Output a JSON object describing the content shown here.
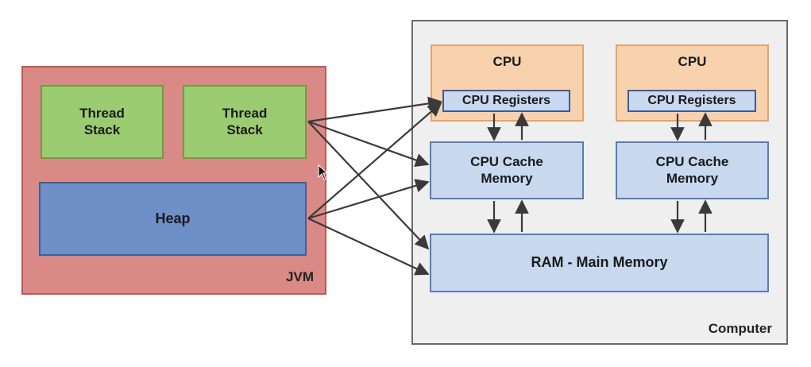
{
  "jvm": {
    "label": "JVM",
    "thread_stack_1": "Thread\nStack",
    "thread_stack_2": "Thread\nStack",
    "heap": "Heap"
  },
  "computer": {
    "label": "Computer",
    "cpu_1": {
      "title": "CPU",
      "registers": "CPU Registers",
      "cache": "CPU Cache\nMemory"
    },
    "cpu_2": {
      "title": "CPU",
      "registers": "CPU Registers",
      "cache": "CPU Cache\nMemory"
    },
    "ram": "RAM - Main Memory"
  },
  "colors": {
    "jvm_fill": "#d98a87",
    "thread_fill": "#9ccc72",
    "heap_fill": "#6f8fc9",
    "cpu_fill": "#f8d1ad",
    "memory_fill": "#c7d8ef",
    "computer_fill": "#efefef",
    "arrow": "#3a3a3a"
  },
  "icons": {
    "cursor": "mouse-pointer-icon"
  }
}
